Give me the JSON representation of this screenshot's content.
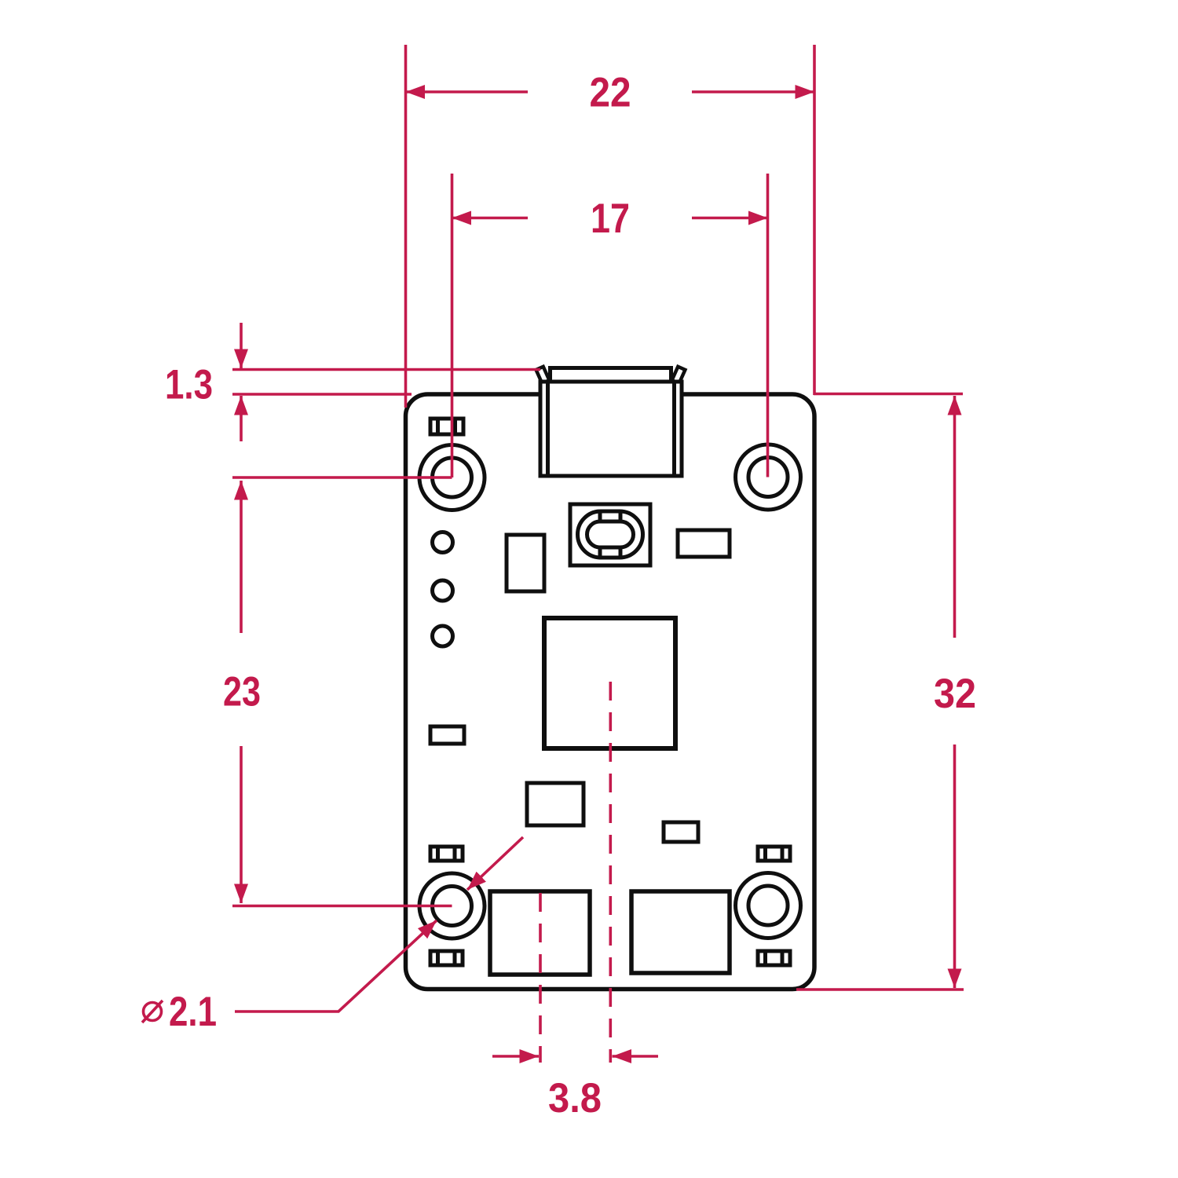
{
  "drawing": {
    "colors": {
      "dimension_accent": "#c31a4c",
      "outline": "#0f0f0f",
      "background": "#ffffff"
    },
    "labels": {
      "board_width": "22",
      "hole_pitch_x": "17",
      "connector_overhang": "1.3",
      "hole_pitch_y": "23",
      "board_height": "32",
      "hole_diameter": "2.1",
      "connector_center_offset": "3.8"
    }
  }
}
